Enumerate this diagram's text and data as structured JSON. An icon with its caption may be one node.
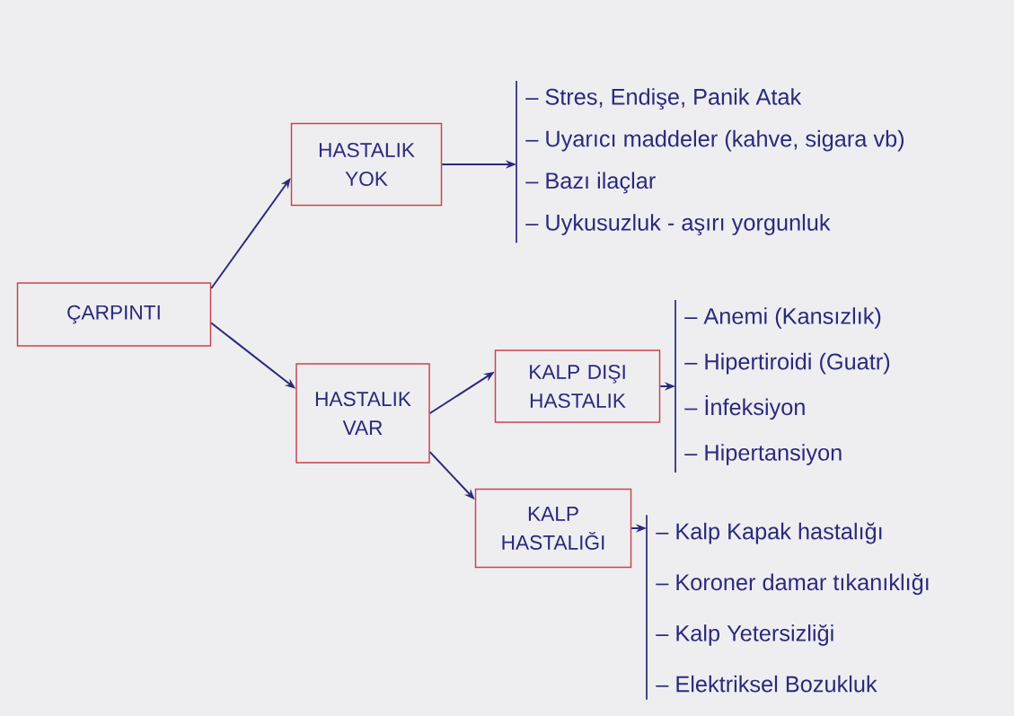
{
  "diagram": {
    "nodes": [
      {
        "text": [
          "ÇARPINTI"
        ]
      },
      {
        "text": [
          "HASTALIK YOK"
        ]
      },
      {
        "text": [
          "HASTALIK VAR"
        ]
      },
      {
        "text": [
          "KALP DIŞI HASTALIK"
        ]
      },
      {
        "text": [
          "KALP HASTALIĞI"
        ]
      },
      {
        "text": [
          "– Stres, Endişe, Panik Atak",
          "– Uyarıcı maddeler (kahve, sigara vb)",
          "– Bazı ilaçlar",
          "– Uykusuzluk - aşırı yorgunluk"
        ]
      },
      {
        "text": [
          "– Anemi (Kansızlık)",
          "– Hipertiroidi (Guatr)",
          "– İnfeksiyon",
          "– Hipertansiyon"
        ]
      },
      {
        "text": [
          "– Kalp Kapak hastalığı",
          "– Koroner damar tıkanıklığı",
          "– Kalp Yetersizliği",
          "– Elektriksel Bozukluk"
        ]
      }
    ],
    "edges": [
      {
        "from": 0,
        "to": 1,
        "arrow": "to"
      },
      {
        "from": 0,
        "to": 2,
        "arrow": "to"
      },
      {
        "from": 1,
        "to": 5,
        "arrow": "to"
      },
      {
        "from": 2,
        "to": 3,
        "arrow": "to"
      },
      {
        "from": 2,
        "to": 4,
        "arrow": "to"
      },
      {
        "from": 3,
        "to": 6,
        "arrow": "to"
      },
      {
        "from": 4,
        "to": 7,
        "arrow": "to"
      }
    ]
  }
}
